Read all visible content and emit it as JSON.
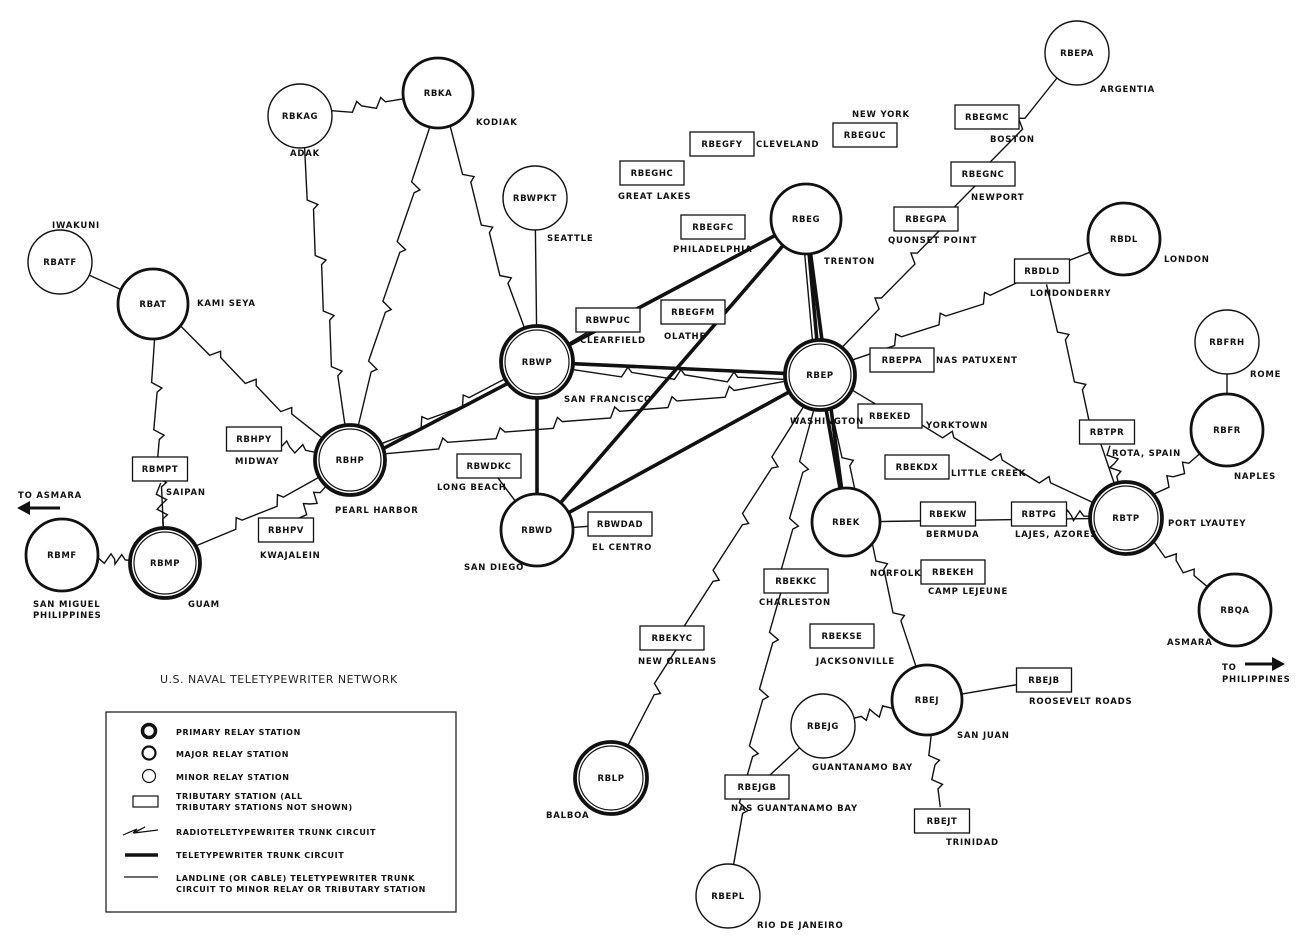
{
  "title": "U.S. NAVAL TELETYPEWRITER NETWORK",
  "colors": {
    "ink": "#111111",
    "paper": "#ffffff"
  },
  "stations": [
    {
      "id": "RBKAG",
      "place": "ADAK",
      "type": "minor"
    },
    {
      "id": "RBKA",
      "place": "KODIAK",
      "type": "major"
    },
    {
      "id": "RBATF",
      "place": "IWAKUNI",
      "type": "minor"
    },
    {
      "id": "RBAT",
      "place": "KAMI SEYA",
      "type": "major"
    },
    {
      "id": "RBWPKT",
      "place": "SEATTLE",
      "type": "minor"
    },
    {
      "id": "RBWP",
      "place": "SAN FRANCISCO",
      "type": "primary"
    },
    {
      "id": "RBHP",
      "place": "PEARL HARBOR",
      "type": "primary"
    },
    {
      "id": "RBMP",
      "place": "GUAM",
      "type": "primary"
    },
    {
      "id": "RBMF",
      "place": "SAN MIGUEL PHILIPPINES",
      "type": "major"
    },
    {
      "id": "RBWD",
      "place": "SAN DIEGO",
      "type": "major"
    },
    {
      "id": "RBEG",
      "place": "TRENTON",
      "type": "major"
    },
    {
      "id": "RBEP",
      "place": "WASHINGTON",
      "type": "primary"
    },
    {
      "id": "RBEK",
      "place": "NORFOLK",
      "type": "major"
    },
    {
      "id": "RBEPA",
      "place": "ARGENTIA",
      "type": "minor"
    },
    {
      "id": "RBDL",
      "place": "LONDON",
      "type": "major"
    },
    {
      "id": "RBFRH",
      "place": "ROME",
      "type": "minor"
    },
    {
      "id": "RBFR",
      "place": "NAPLES",
      "type": "major"
    },
    {
      "id": "RBTP",
      "place": "PORT LYAUTEY",
      "type": "primary"
    },
    {
      "id": "RBQA",
      "place": "ASMARA",
      "type": "major"
    },
    {
      "id": "RBEJ",
      "place": "SAN JUAN",
      "type": "major"
    },
    {
      "id": "RBEJG",
      "place": "GUANTANAMO BAY",
      "type": "minor"
    },
    {
      "id": "RBLP",
      "place": "BALBOA",
      "type": "primary"
    },
    {
      "id": "RBEPL",
      "place": "RIO DE JANEIRO",
      "type": "minor"
    }
  ],
  "tributaries": [
    {
      "id": "RBHPY",
      "place": "MIDWAY"
    },
    {
      "id": "RBHPV",
      "place": "KWAJALEIN"
    },
    {
      "id": "RBMPT",
      "place": "SAIPAN"
    },
    {
      "id": "RBWPUC",
      "place": "CLEARFIELD"
    },
    {
      "id": "RBWDKC",
      "place": "LONG BEACH"
    },
    {
      "id": "RBWDAD",
      "place": "EL CENTRO"
    },
    {
      "id": "RBEGHC",
      "place": "GREAT LAKES"
    },
    {
      "id": "RBEGFY",
      "place": "CLEVELAND"
    },
    {
      "id": "RBEGUC",
      "place": "NEW YORK"
    },
    {
      "id": "RBEGMC",
      "place": "BOSTON"
    },
    {
      "id": "RBEGNC",
      "place": "NEWPORT"
    },
    {
      "id": "RBEGPA",
      "place": "QUONSET POINT"
    },
    {
      "id": "RBEGFC",
      "place": "PHILADELPHIA"
    },
    {
      "id": "RBEGFM",
      "place": "OLATHE"
    },
    {
      "id": "RBEPPA",
      "place": "NAS PATUXENT"
    },
    {
      "id": "RBEKED",
      "place": "YORKTOWN"
    },
    {
      "id": "RBEKDX",
      "place": "LITTLE CREEK"
    },
    {
      "id": "RBEKW",
      "place": "BERMUDA"
    },
    {
      "id": "RBEKEH",
      "place": "CAMP LEJEUNE"
    },
    {
      "id": "RBEKKC",
      "place": "CHARLESTON"
    },
    {
      "id": "RBEKSE",
      "place": "JACKSONVILLE"
    },
    {
      "id": "RBEKYC",
      "place": "NEW ORLEANS"
    },
    {
      "id": "RBDLD",
      "place": "LONDONDERRY"
    },
    {
      "id": "RBTPR",
      "place": "ROTA, SPAIN"
    },
    {
      "id": "RBTPG",
      "place": "LAJES, AZORES"
    },
    {
      "id": "RBEJB",
      "place": "ROOSEVELT ROADS"
    },
    {
      "id": "RBEJGB",
      "place": "NAS GUANTANAMO BAY"
    },
    {
      "id": "RBEJT",
      "place": "TRINIDAD"
    }
  ],
  "links": [
    {
      "from": "RBKAG",
      "to": "RBKA",
      "kind": "radio"
    },
    {
      "from": "RBKAG",
      "to": "RBHP",
      "kind": "radio"
    },
    {
      "from": "RBKA",
      "to": "RBHP",
      "kind": "radio"
    },
    {
      "from": "RBKA",
      "to": "RBWP",
      "kind": "radio"
    },
    {
      "from": "RBATF",
      "to": "RBAT",
      "kind": "landline"
    },
    {
      "from": "RBAT",
      "to": "RBHP",
      "kind": "radio"
    },
    {
      "from": "RBAT",
      "to": "RBMP",
      "kind": "radio"
    },
    {
      "from": "RBMPT",
      "to": "RBMP",
      "kind": "radio"
    },
    {
      "from": "RBMF",
      "to": "RBMP",
      "kind": "radio"
    },
    {
      "from": "RBMP",
      "to": "RBHP",
      "kind": "radio"
    },
    {
      "from": "RBHPY",
      "to": "RBHP",
      "kind": "radio"
    },
    {
      "from": "RBHPV",
      "to": "RBHP",
      "kind": "radio"
    },
    {
      "from": "RBHP",
      "to": "RBWP",
      "kind": "radio"
    },
    {
      "from": "RBHP",
      "to": "RBWP",
      "kind": "trunk"
    },
    {
      "from": "RBHP",
      "to": "RBEP",
      "kind": "radio"
    },
    {
      "from": "RBWPKT",
      "to": "RBWP",
      "kind": "landline"
    },
    {
      "from": "RBWPUC",
      "to": "RBWP",
      "kind": "landline"
    },
    {
      "from": "RBWP",
      "to": "RBEG",
      "kind": "trunk"
    },
    {
      "from": "RBWP",
      "to": "RBEP",
      "kind": "trunk"
    },
    {
      "from": "RBWP",
      "to": "RBEP",
      "kind": "radio"
    },
    {
      "from": "RBWP",
      "to": "RBWD",
      "kind": "trunk"
    },
    {
      "from": "RBWDKC",
      "to": "RBWD",
      "kind": "landline"
    },
    {
      "from": "RBWDAD",
      "to": "RBWD",
      "kind": "landline"
    },
    {
      "from": "RBWD",
      "to": "RBEG",
      "kind": "trunk"
    },
    {
      "from": "RBWD",
      "to": "RBEP",
      "kind": "trunk"
    },
    {
      "from": "RBEG",
      "to": "RBEP",
      "kind": "trunk"
    },
    {
      "from": "RBEG",
      "to": "RBEK",
      "kind": "trunk"
    },
    {
      "from": "RBEG",
      "to": "RBEP",
      "kind": "landline"
    },
    {
      "from": "RBEP",
      "to": "RBEK",
      "kind": "trunk"
    },
    {
      "from": "RBEP",
      "to": "RBEPA",
      "kind": "radio"
    },
    {
      "from": "RBEP",
      "to": "RBDLD",
      "kind": "radio"
    },
    {
      "from": "RBEP",
      "to": "RBTP",
      "kind": "radio"
    },
    {
      "from": "RBEP",
      "to": "RBLP",
      "kind": "radio"
    },
    {
      "from": "RBEP",
      "to": "RBEPL",
      "kind": "radio"
    },
    {
      "from": "RBEP",
      "to": "RBEJ",
      "kind": "radio"
    },
    {
      "from": "RBDLD",
      "to": "RBDL",
      "kind": "landline"
    },
    {
      "from": "RBDLD",
      "to": "RBTP",
      "kind": "radio"
    },
    {
      "from": "RBEK",
      "to": "RBTP",
      "kind": "landline"
    },
    {
      "from": "RBTPR",
      "to": "RBTP",
      "kind": "radio"
    },
    {
      "from": "RBTPG",
      "to": "RBTP",
      "kind": "radio"
    },
    {
      "from": "RBTP",
      "to": "RBFR",
      "kind": "radio"
    },
    {
      "from": "RBFRH",
      "to": "RBFR",
      "kind": "landline"
    },
    {
      "from": "RBTP",
      "to": "RBQA",
      "kind": "radio"
    },
    {
      "from": "RBEJ",
      "to": "RBEJG",
      "kind": "radio"
    },
    {
      "from": "RBEJ",
      "to": "RBEJB",
      "kind": "landline"
    },
    {
      "from": "RBEJ",
      "to": "RBEJT",
      "kind": "radio"
    },
    {
      "from": "RBEJG",
      "to": "RBEJGB",
      "kind": "landline"
    }
  ],
  "off_page": [
    {
      "label": "TO ASMARA",
      "direction": "left"
    },
    {
      "label": "TO PHILIPPINES",
      "direction": "right"
    }
  ],
  "legend": {
    "items": [
      {
        "symbol": "primary-circle",
        "text": "PRIMARY RELAY STATION"
      },
      {
        "symbol": "major-circle",
        "text": "MAJOR RELAY STATION"
      },
      {
        "symbol": "minor-circle",
        "text": "MINOR RELAY STATION"
      },
      {
        "symbol": "rectangle",
        "text": "TRIBUTARY STATION (ALL",
        "text2": "TRIBUTARY STATIONS NOT SHOWN)"
      },
      {
        "symbol": "zigzag-line",
        "text": "RADIOTELETYPEWRITER TRUNK CIRCUIT"
      },
      {
        "symbol": "thick-line",
        "text": "TELETYPEWRITER TRUNK CIRCUIT"
      },
      {
        "symbol": "thin-line",
        "text": "LANDLINE (OR CABLE) TELETYPEWRITER TRUNK",
        "text2": "CIRCUIT TO MINOR RELAY OR TRIBUTARY STATION"
      }
    ]
  }
}
